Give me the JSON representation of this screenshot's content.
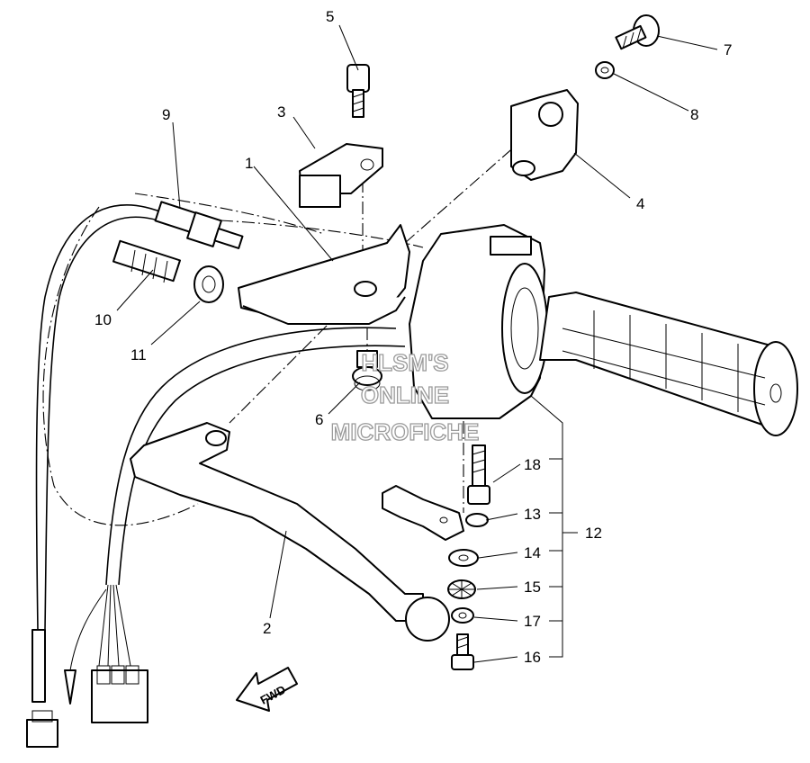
{
  "callouts": {
    "p1": "1",
    "p2": "2",
    "p3": "3",
    "p4": "4",
    "p5": "5",
    "p6": "6",
    "p7": "7",
    "p8": "8",
    "p9": "9",
    "p10": "10",
    "p11": "11",
    "p12": "12",
    "p13": "13",
    "p14": "14",
    "p15": "15",
    "p16": "16",
    "p17": "17",
    "p18": "18"
  },
  "watermark": {
    "line1": "HLSM'S",
    "line2": "ONLINE",
    "line3": "MICROFICHE"
  },
  "fwd_arrow": "FWD"
}
